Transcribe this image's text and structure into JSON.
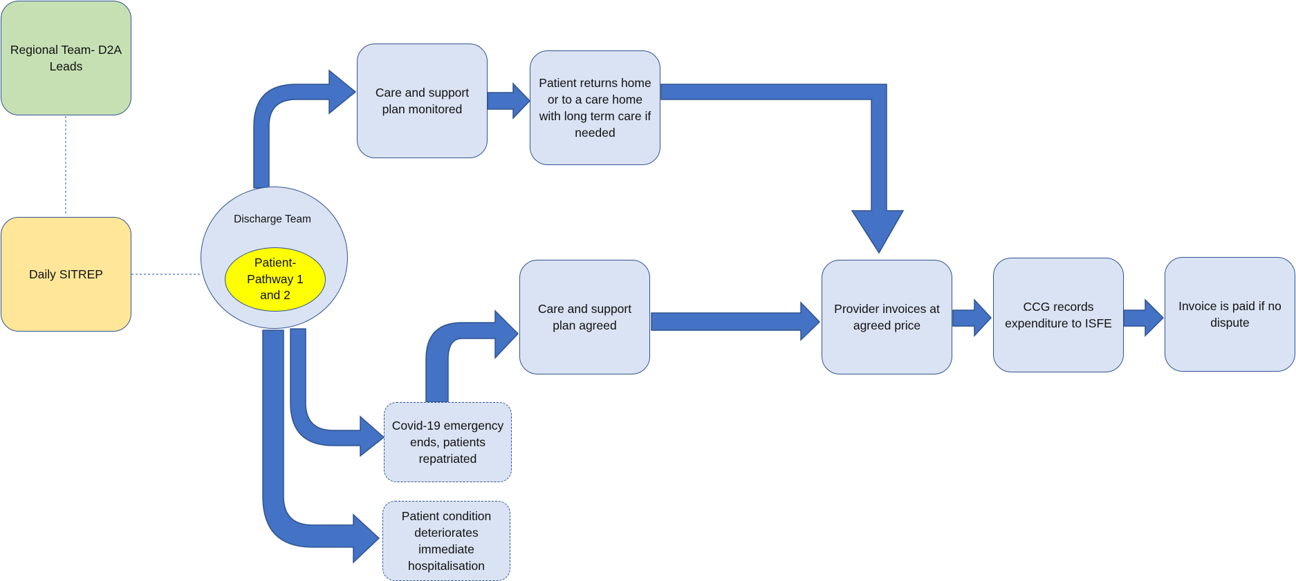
{
  "colors": {
    "arrow": "#4472c4",
    "arrow_stroke": "#2f528f",
    "box_fill": "#dae3f3",
    "green_fill": "#c6e0b4",
    "orange_fill": "#ffe699",
    "yellow_fill": "#ffff00"
  },
  "nodes": {
    "regional_team": "Regional Team- D2A Leads",
    "daily_sitrep": "Daily SITREP",
    "discharge_team": "Discharge Team",
    "patient_pathway": "Patient- Pathway 1 and 2",
    "care_plan_monitored": "Care and support plan monitored",
    "patient_returns": "Patient returns home or to a care home with long term care if needed",
    "care_plan_agreed": "Care and support plan agreed",
    "covid_ends": "Covid-19 emergency ends, patients repatriated",
    "patient_deteriorates": "Patient condition deteriorates immediate hospitalisation",
    "provider_invoices": "Provider invoices at agreed price",
    "ccg_records": "CCG records expenditure to ISFE",
    "invoice_paid": "Invoice is paid if no dispute"
  }
}
